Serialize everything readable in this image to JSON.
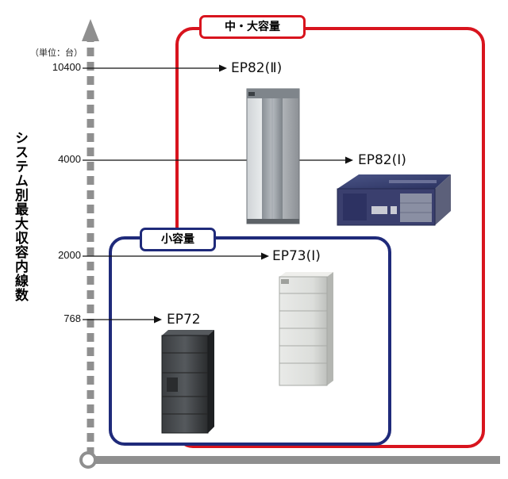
{
  "axis": {
    "title": "システム別最大収容内線数",
    "unit": "（単位：台）",
    "ticks": [
      {
        "label": "10400",
        "value": 10400,
        "target": "EP82(Ⅱ)"
      },
      {
        "label": "4000",
        "value": 4000,
        "target": "EP82(Ⅰ)"
      },
      {
        "label": "2000",
        "value": 2000,
        "target": "EP73(Ⅰ)"
      },
      {
        "label": "768",
        "value": 768,
        "target": "EP72"
      }
    ]
  },
  "groups": {
    "large": {
      "label": "中・大容量",
      "color": "#d8141e"
    },
    "small": {
      "label": "小容量",
      "color": "#1f2a7a"
    }
  },
  "products": [
    {
      "id": "ep82-2",
      "label": "EP82(Ⅱ)",
      "max_extensions": 10400
    },
    {
      "id": "ep82-1",
      "label": "EP82(Ⅰ)",
      "max_extensions": 4000
    },
    {
      "id": "ep73-1",
      "label": "EP73(Ⅰ)",
      "max_extensions": 2000
    },
    {
      "id": "ep72",
      "label": "EP72",
      "max_extensions": 768
    }
  ]
}
